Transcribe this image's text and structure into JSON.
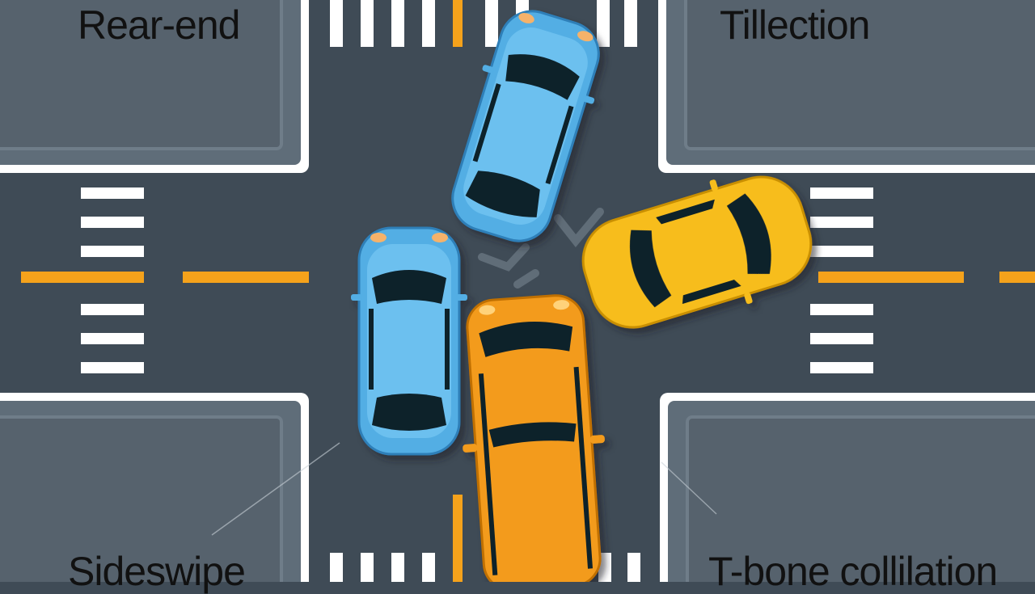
{
  "labels": {
    "top_left": "Rear-end",
    "top_right": "Tillection",
    "bottom_left": "Sideswipe",
    "bottom_right": "T-bone collilation"
  },
  "colors": {
    "road": "#3f4b56",
    "block": "#5f6d79",
    "block_inner": "#56626d",
    "curb": "#ffffff",
    "lane_marking": "#f5a21b",
    "car_blue": "#52aee4",
    "car_yellow": "#f7bd1a",
    "car_orange": "#f39b1d",
    "car_glass": "#10202c"
  },
  "scene": {
    "vehicles": [
      {
        "id": "blue-car-top",
        "color": "blue"
      },
      {
        "id": "blue-car-left",
        "color": "blue"
      },
      {
        "id": "yellow-car-right",
        "color": "yellow"
      },
      {
        "id": "orange-car-bottom",
        "color": "orange"
      }
    ]
  }
}
